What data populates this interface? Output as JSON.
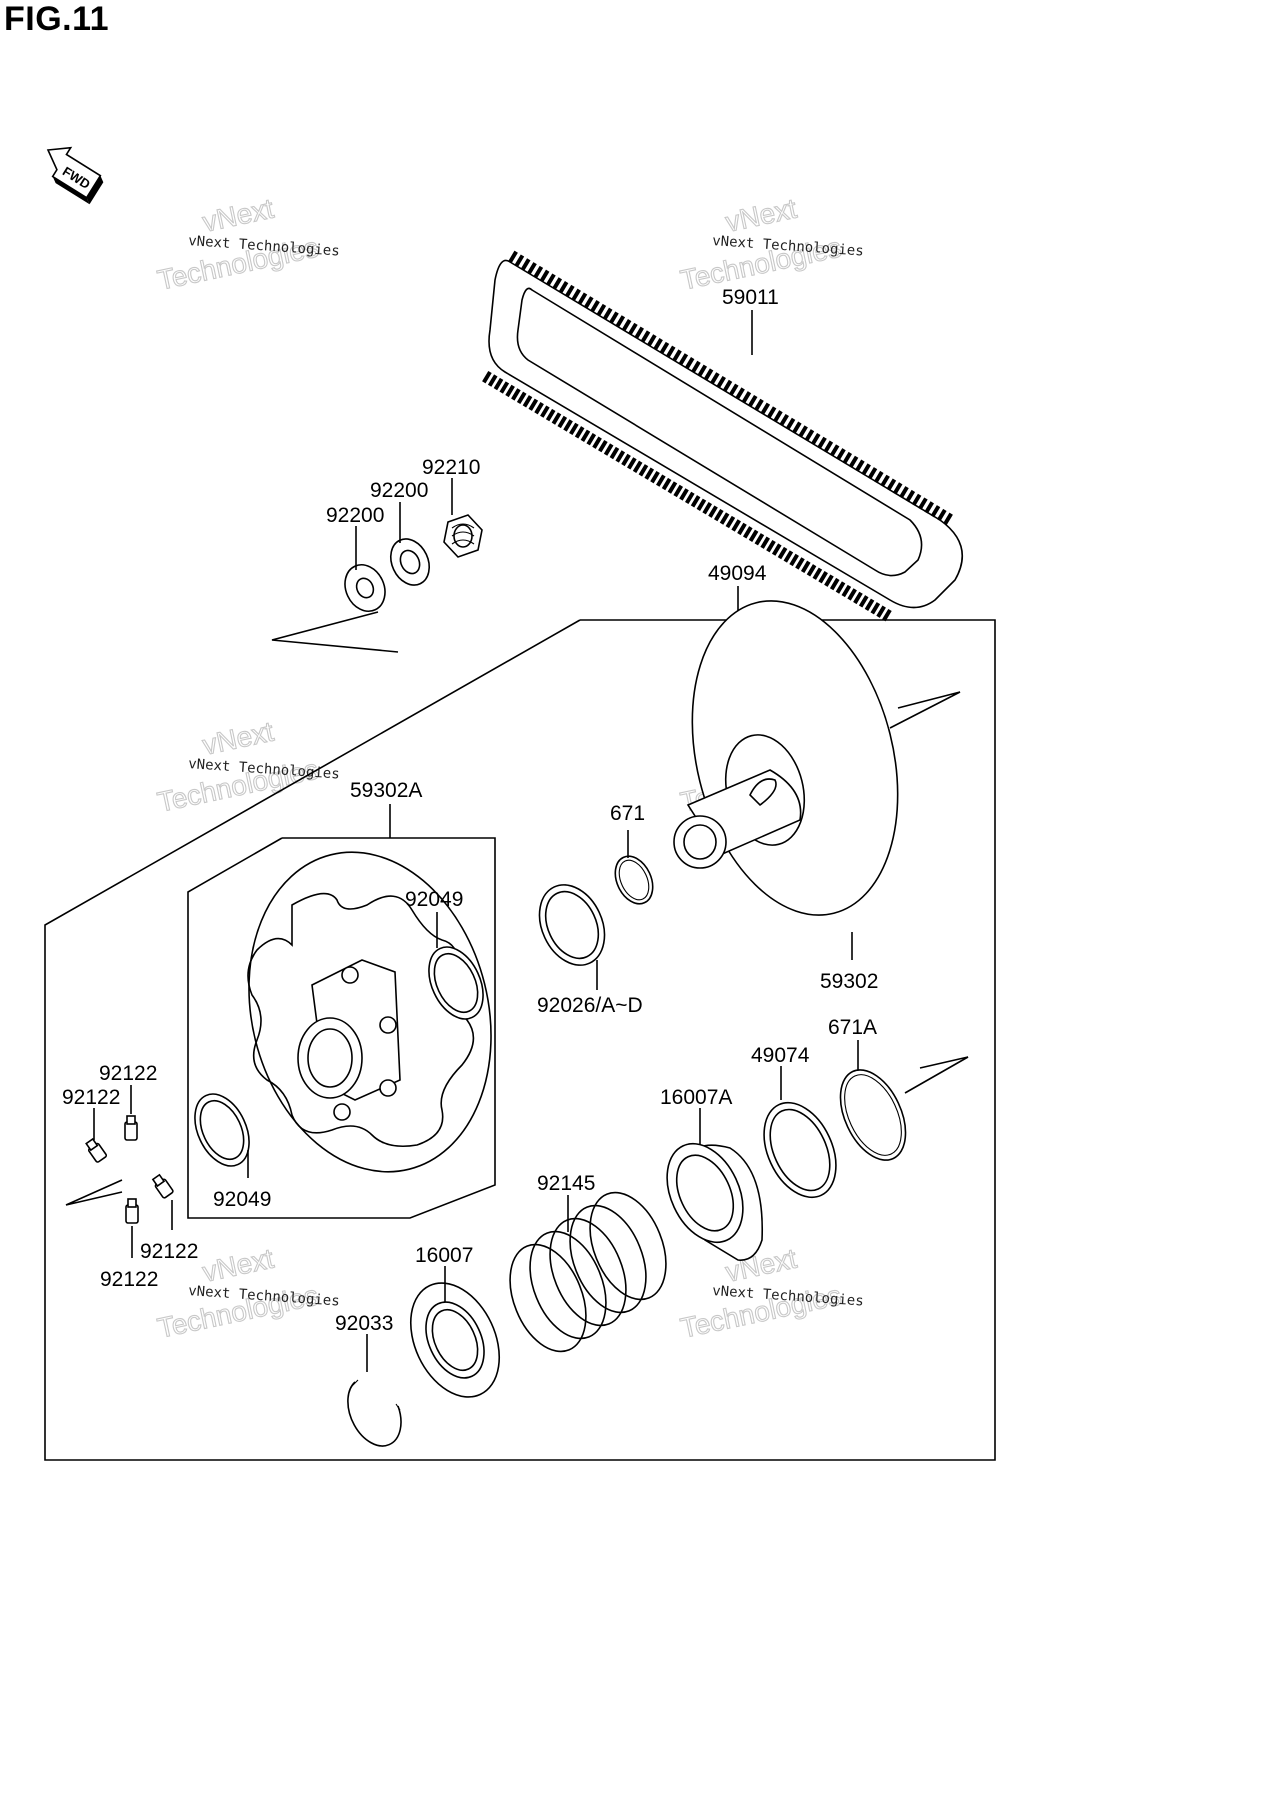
{
  "figure": {
    "title": "FIG.11",
    "direction_label": "FWD"
  },
  "watermark": {
    "small_text": "vNext Technologies",
    "big_top": "vNext",
    "big_bottom": "Technologies"
  },
  "parts": {
    "belt": "59011",
    "washer_a": "92200",
    "washer_b": "92200",
    "nut": "92210",
    "assembly_driven": "49094",
    "sheave_fixed": "59302",
    "sheave_movable": "59302A",
    "oring_small": "671",
    "shim": "92026/A~D",
    "seal_upper": "92049",
    "seal_lower": "92049",
    "oring_large": "671A",
    "washer_49074": "49074",
    "cam_16007A": "16007A",
    "spring": "92145",
    "cam_16007": "16007",
    "circlip": "92033",
    "grease_fittings": [
      "92122",
      "92122",
      "92122",
      "92122"
    ]
  },
  "icons": {
    "fwd_arrow": "fwd-arrow-icon"
  }
}
